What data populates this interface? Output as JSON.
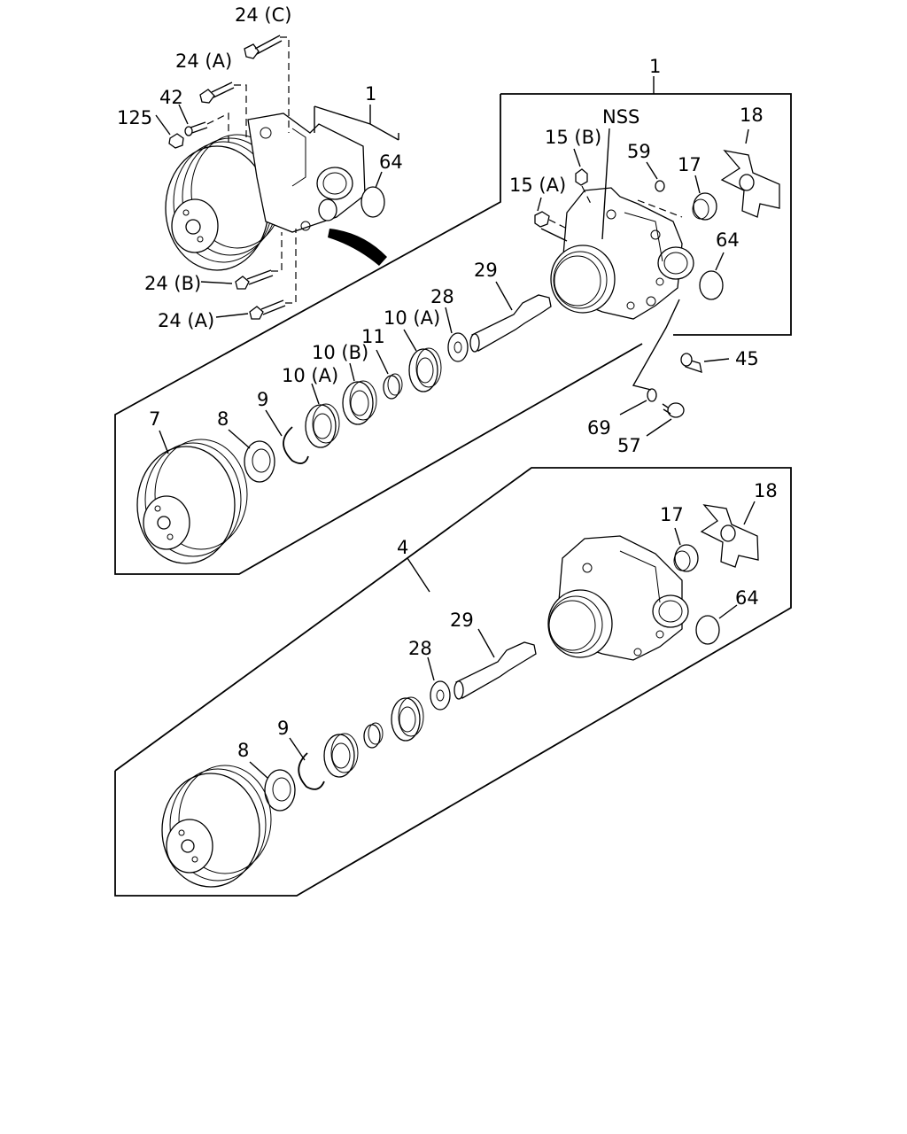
{
  "labels": {
    "l24c": "24 (C)",
    "l24a_top": "24 (A)",
    "l42": "42",
    "l125": "125",
    "l1_left": "1",
    "l64_left": "64",
    "l24b": "24 (B)",
    "l24a_bot": "24 (A)",
    "l1_box": "1",
    "lNSS": "NSS",
    "l18_top": "18",
    "l15b": "15 (B)",
    "l59": "59",
    "l17_top": "17",
    "l15a": "15 (A)",
    "l64_top": "64",
    "l29_top": "29",
    "l28_top": "28",
    "l10a_top": "10 (A)",
    "l11": "11",
    "l10b": "10 (B)",
    "l10a_mid": "10 (A)",
    "l9_top": "9",
    "l8_top": "8",
    "l7": "7",
    "l45": "45",
    "l69": "69",
    "l57": "57",
    "l4": "4",
    "l17_bot": "17",
    "l18_bot": "18",
    "l64_bot": "64",
    "l29_bot": "29",
    "l28_bot": "28",
    "l9_bot": "9",
    "l8_bot": "8"
  }
}
